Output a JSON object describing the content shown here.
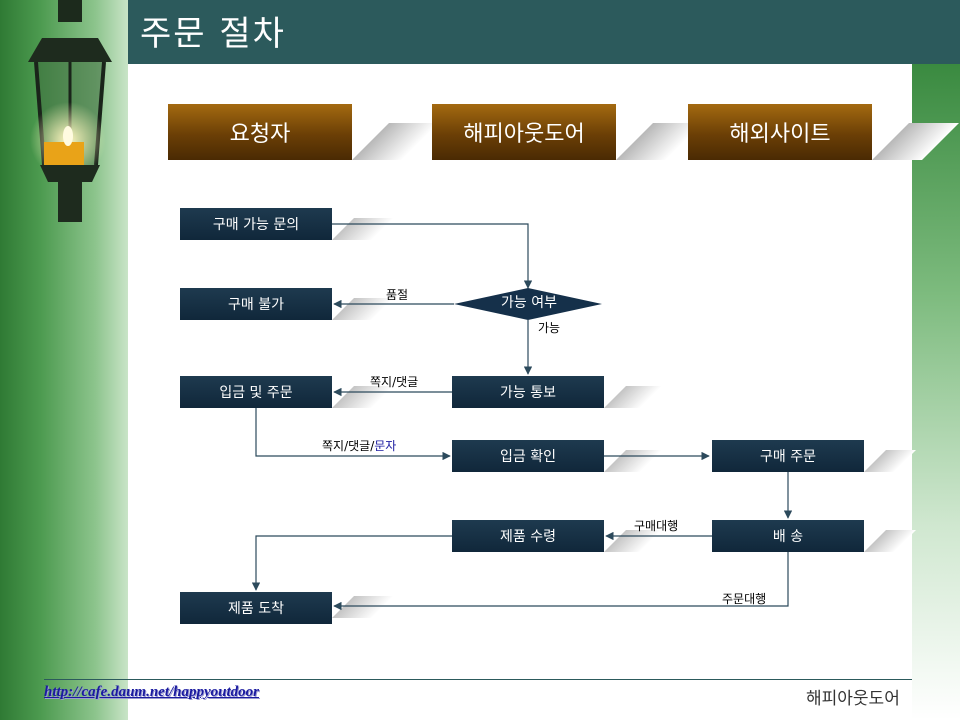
{
  "title": "주문  절차",
  "columns": {
    "requester": "요청자",
    "happy_outdoor": "해피아웃도어",
    "overseas_site": "해외사이트"
  },
  "nodes": {
    "purchase_inquiry": "구매 가능 문의",
    "purchase_unavailable": "구매 불가",
    "availability_check": "가능 여부",
    "payment_and_order": "입금 및 주문",
    "availability_notice": "가능 통보",
    "payment_confirm": "입금 확인",
    "purchase_order": "구매 주문",
    "shipping": "배 송",
    "product_receipt": "제품 수령",
    "product_arrival": "제품 도착"
  },
  "edge_labels": {
    "sold_out": "품절",
    "available": "가능",
    "note_comment": "쪽지/댓글",
    "note_comment_text_prefix": "쪽지/댓글/",
    "note_comment_text_highlight": "문자",
    "purchase_proxy": "구매대행",
    "order_proxy": "주문대행"
  },
  "colors": {
    "title_bar": "#2c5a5c",
    "header_box": "#7a4a08",
    "process_box": "#15304a",
    "highlight_text": "#1a1aa0"
  },
  "footer": {
    "url": "http://cafe.daum.net/happyoutdoor",
    "brand": "해피아웃도어"
  }
}
